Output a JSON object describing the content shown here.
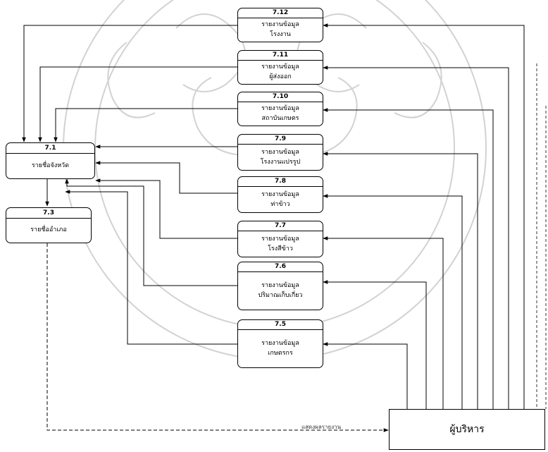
{
  "processes": [
    {
      "id": "7.1",
      "name": "รายชื่อจังหวัด"
    },
    {
      "id": "7.3",
      "name": "รายชื่ออำเภอ"
    },
    {
      "id": "7.12",
      "name": "รายงานข้อมูล\nโรงงาน"
    },
    {
      "id": "7.11",
      "name": "รายงานข้อมูล\nผู้ส่งออก"
    },
    {
      "id": "7.10",
      "name": "รายงานข้อมูล\nสถาบันเกษตร"
    },
    {
      "id": "7.9",
      "name": "รายงานข้อมูล\nโรงงานแปรรูป"
    },
    {
      "id": "7.8",
      "name": "รายงานข้อมูล\nท่าข้าว"
    },
    {
      "id": "7.7",
      "name": "รายงานข้อมูล\nโรงสีข้าว"
    },
    {
      "id": "7.6",
      "name": "รายงานข้อมูล\nปริมาณเก็บเกี่ยว"
    },
    {
      "id": "7.5",
      "name": "รายงานข้อมูล\nเกษตรกร"
    }
  ],
  "external_entity": {
    "name": "ผู้บริหาร"
  },
  "flow_labels": {
    "report_display": "แสดงผลรายงาน"
  },
  "colors": {
    "line": "#000000",
    "watermark": "#cfcfcf"
  }
}
